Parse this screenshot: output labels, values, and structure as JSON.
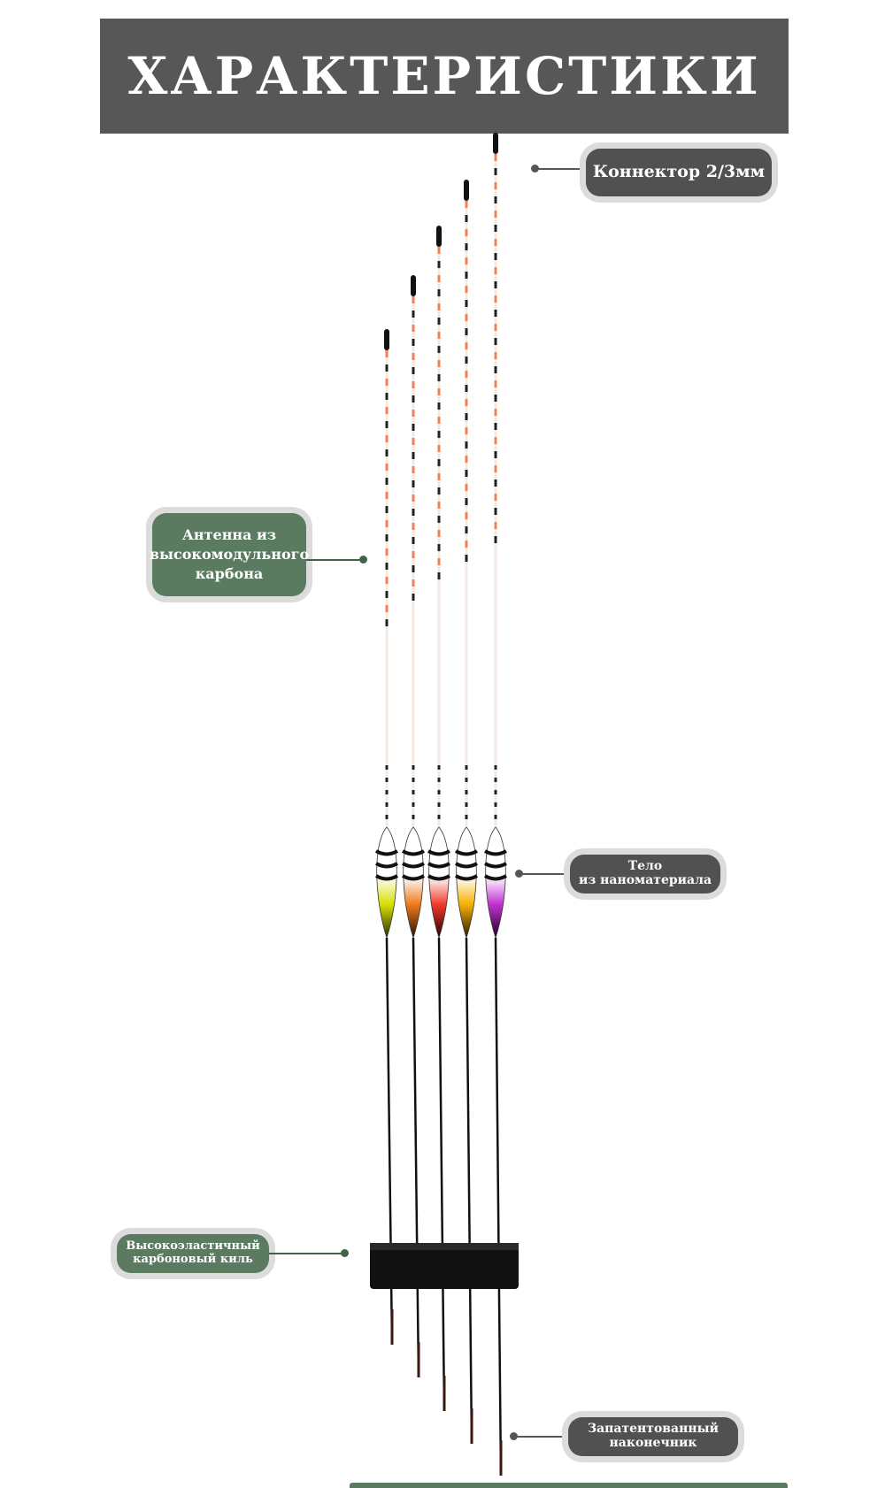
{
  "title": "ХАРАКТЕРИСТИКИ",
  "callouts": {
    "connector": "Коннектор 2/3мм",
    "antenna_line1": "Антенна из",
    "antenna_line2": "высокомодульного",
    "antenna_line3": "карбона",
    "body_line1": "Тело",
    "body_line2": "из наноматериала",
    "keel_line1": "Высокоэластичный",
    "keel_line2": "карбоновый киль",
    "tip_line1": "Запатентованный",
    "tip_line2": "наконечник"
  },
  "colors": {
    "title_bg": "#575757",
    "callout_dark": "#515151",
    "callout_green": "#5b7b60",
    "callout_border": "#dcdcdc"
  },
  "floats": [
    {
      "body_color": "#c8d400",
      "accent": "#8a9a00"
    },
    {
      "body_color": "#f07a1a",
      "accent": "#c04a00"
    },
    {
      "body_color": "#f03a2a",
      "accent": "#b81a10"
    },
    {
      "body_color": "#f5a500",
      "accent": "#c07a00"
    },
    {
      "body_color": "#b020c0",
      "accent": "#700090"
    }
  ]
}
